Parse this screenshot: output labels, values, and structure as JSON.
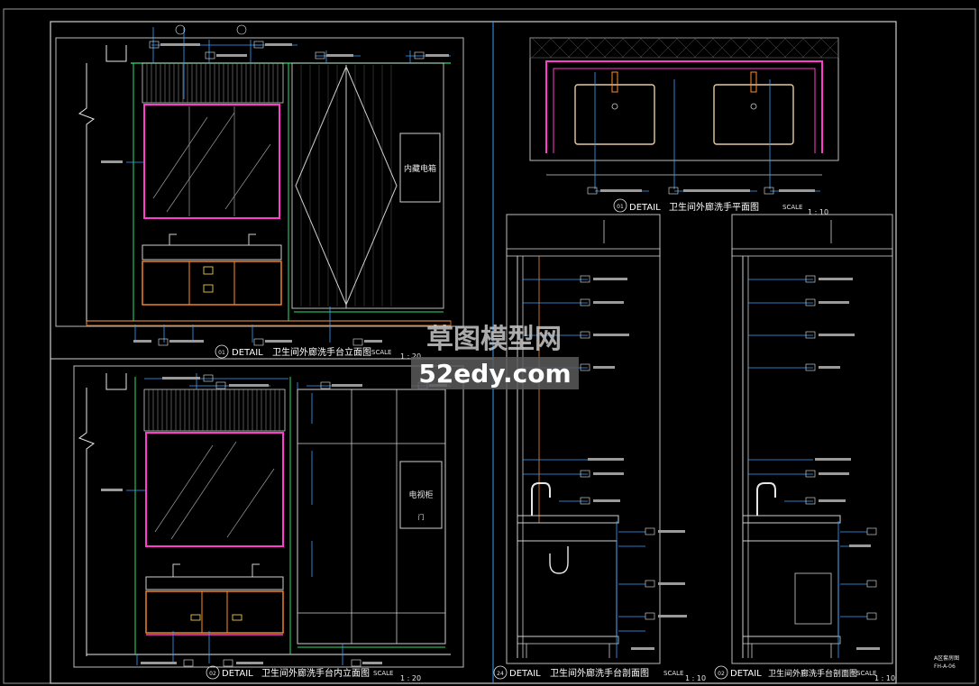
{
  "watermark": {
    "line1": "草图模型网",
    "line2": "52edy.com"
  },
  "sheet": {
    "block_line1": "A区套房图",
    "block_line2": "FH-A-06"
  },
  "views": {
    "elev1": {
      "num": "01",
      "detail": "DETAIL",
      "title": "卫生间外廊洗手台立面图",
      "scale_label": "SCALE",
      "scale": "1 : 20"
    },
    "plan": {
      "num": "01",
      "detail": "DETAIL",
      "title": "卫生间外廊洗手平面图",
      "scale_label": "SCALE",
      "scale": "1 : 10"
    },
    "elev2": {
      "num": "02",
      "detail": "DETAIL",
      "title": "卫生间外廊洗手台内立面图",
      "scale_label": "SCALE",
      "scale": "1 : 20"
    },
    "sec1": {
      "num": "24",
      "detail": "DETAIL",
      "title": "卫生间外廊洗手台剖面图",
      "scale_label": "SCALE",
      "scale": "1 : 10"
    },
    "sec2": {
      "num": "02",
      "detail": "DETAIL",
      "title": "卫生间外廊洗手台剖面图",
      "scale_label": "SCALE",
      "scale": "1 : 10"
    }
  },
  "in_drawing_text": {
    "concealed_door": "内藏电箱",
    "cabinet": "电视柜",
    "cabinet_sub": "门"
  },
  "colors": {
    "background": "#000000",
    "frame": "#cfcfcf",
    "leader": "#3aa0ff",
    "wall": "#e8e8e8",
    "mirror_frame": "#ff3ccf",
    "cabinet": "#ff8a2a",
    "green": "#2ee06a",
    "yellow": "#ffe14d",
    "watermark": "#c8c8c8"
  }
}
